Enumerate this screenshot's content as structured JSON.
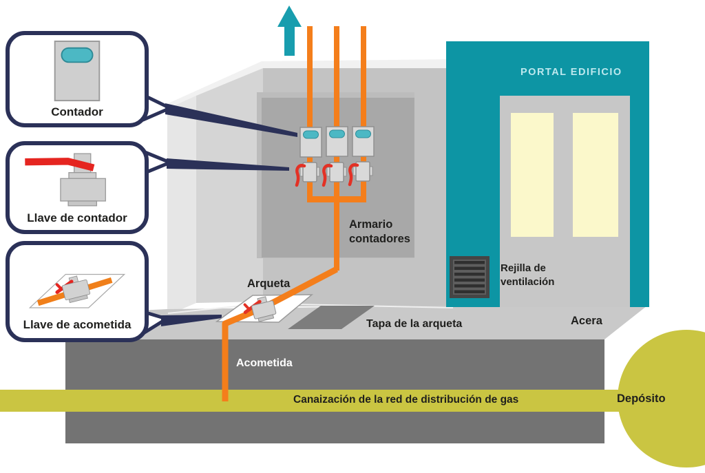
{
  "callouts": [
    {
      "label": "Contador",
      "icon": "gas-meter-icon"
    },
    {
      "label": "Llave de contador",
      "icon": "meter-valve-icon"
    },
    {
      "label": "Llave de acometida",
      "icon": "service-valve-icon"
    }
  ],
  "labels": {
    "portal": "PORTAL EDIFICIO",
    "armario": "Armario\ncontadores",
    "arqueta": "Arqueta",
    "tapa": "Tapa de la arqueta",
    "rejilla": "Rejilla de\nventilación",
    "acera": "Acera",
    "acometida": "Acometida",
    "canalizacion": "Canaización de la red de distribución de gas",
    "deposito": "Depósito"
  },
  "colors": {
    "teal": "#0d95a4",
    "teal_text": "#bde8ee",
    "orange_pipe": "#f47e1b",
    "red_valve": "#e33125",
    "navy_callout": "#2b3158",
    "olive_gas": "#cac542",
    "door_yellow": "#fbf8cb",
    "underground_gray": "#737373",
    "wall_gray": "#c3c3c3"
  }
}
